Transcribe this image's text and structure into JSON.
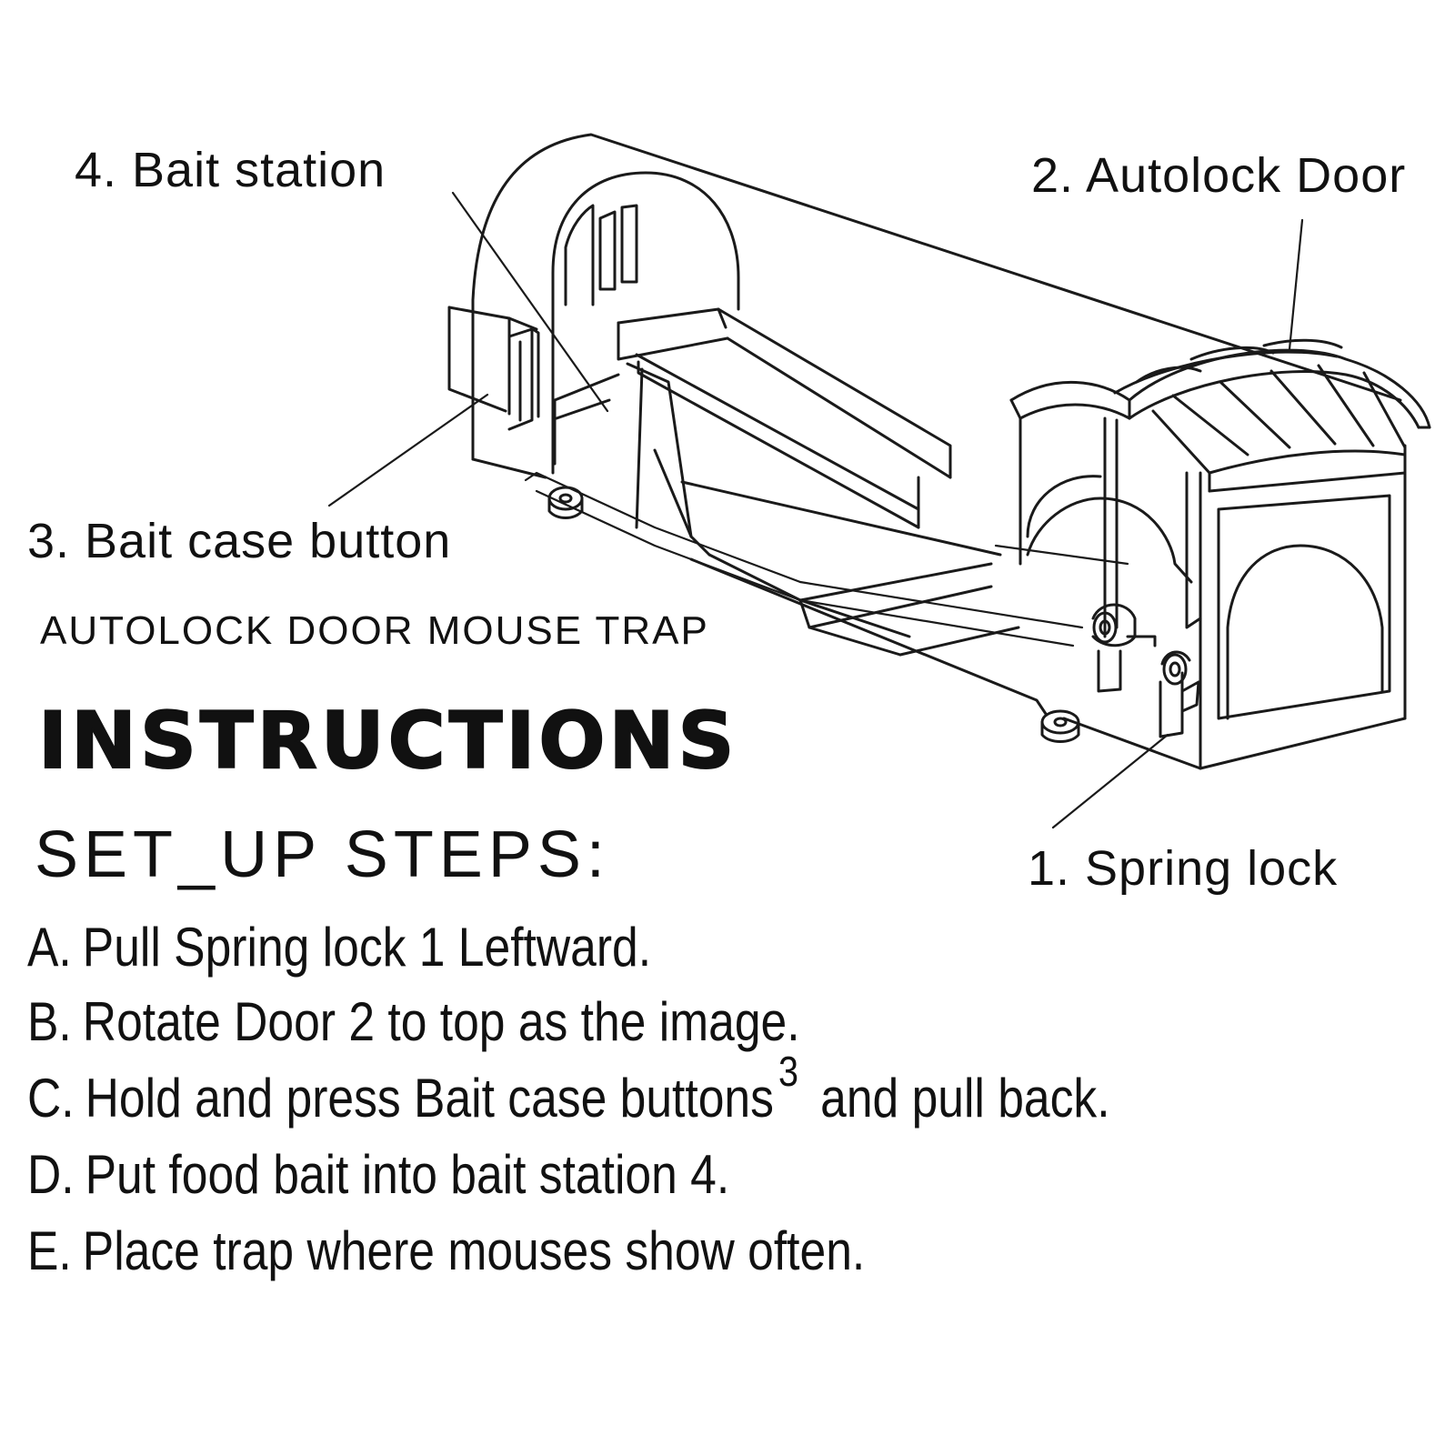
{
  "callouts": {
    "bait_station": "4. Bait station",
    "autolock_door": "2. Autolock Door",
    "bait_case_button": "3. Bait case button",
    "spring_lock": "1. Spring lock"
  },
  "product_name": "AUTOLOCK DOOR MOUSE TRAP",
  "instructions_title": "INSTRUCTIONS",
  "setup_title": "SET_UP STEPS:",
  "steps": [
    {
      "letter": "A.",
      "text": "Pull Spring lock 1 Leftward."
    },
    {
      "letter": "B.",
      "text": "Rotate Door 2 to top as the image."
    },
    {
      "letter": "C.",
      "text": "Hold and press Bait case buttons",
      "superscript": "3",
      "text_after": "and pull back."
    },
    {
      "letter": "D.",
      "text": "Put food bait into bait station 4."
    },
    {
      "letter": "E.",
      "text": "Place trap where mouses show often."
    }
  ]
}
